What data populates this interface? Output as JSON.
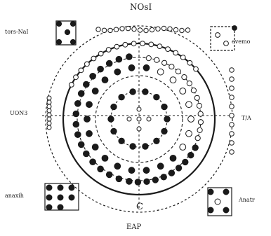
{
  "labels": {
    "top": "NOsI",
    "bottom": "EAP",
    "top_left": "tors-NaI",
    "top_right": "evemo",
    "left": "UON3",
    "right": "T/A",
    "bottom_left": "anaxih",
    "bottom_right": "Anatr"
  },
  "center_letter": "C",
  "colors": {
    "ink": "#1a1a1a",
    "background": "#ffffff"
  }
}
